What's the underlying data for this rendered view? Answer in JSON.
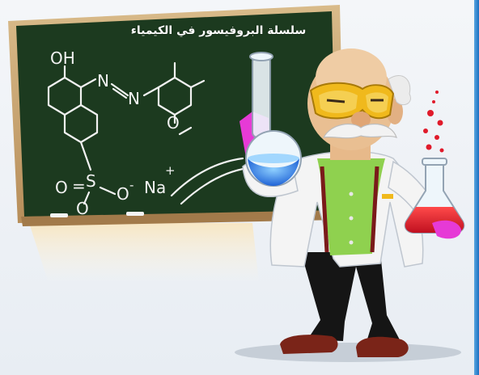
{
  "board": {
    "title": "سلسلة البروفيسور في الكيمياء"
  },
  "formula": {
    "oh": "OH",
    "n1": "N",
    "n2": "N",
    "o_methoxy": "O",
    "s": "S",
    "o_left": "O",
    "eq_left": "=",
    "o_bottom": "O",
    "o_right": "O",
    "minus": "-",
    "na": "Na",
    "plus": "+"
  },
  "colors": {
    "board_green": "#1c3a1f",
    "frame_wood": "#c9a878",
    "coat_white": "#f4f4f4",
    "shirt_green": "#8fd14f",
    "goggles_yellow": "#f0b91c",
    "glove_magenta": "#e63ad6",
    "blue_liquid": "#2d7ff0",
    "red_liquid": "#e01a2a",
    "accent_blue": "#1a6fc0"
  },
  "icons": {
    "figure": "professor-character-icon",
    "left_flask": "round-bottom-flask-icon",
    "right_flask": "erlenmeyer-flask-icon"
  }
}
